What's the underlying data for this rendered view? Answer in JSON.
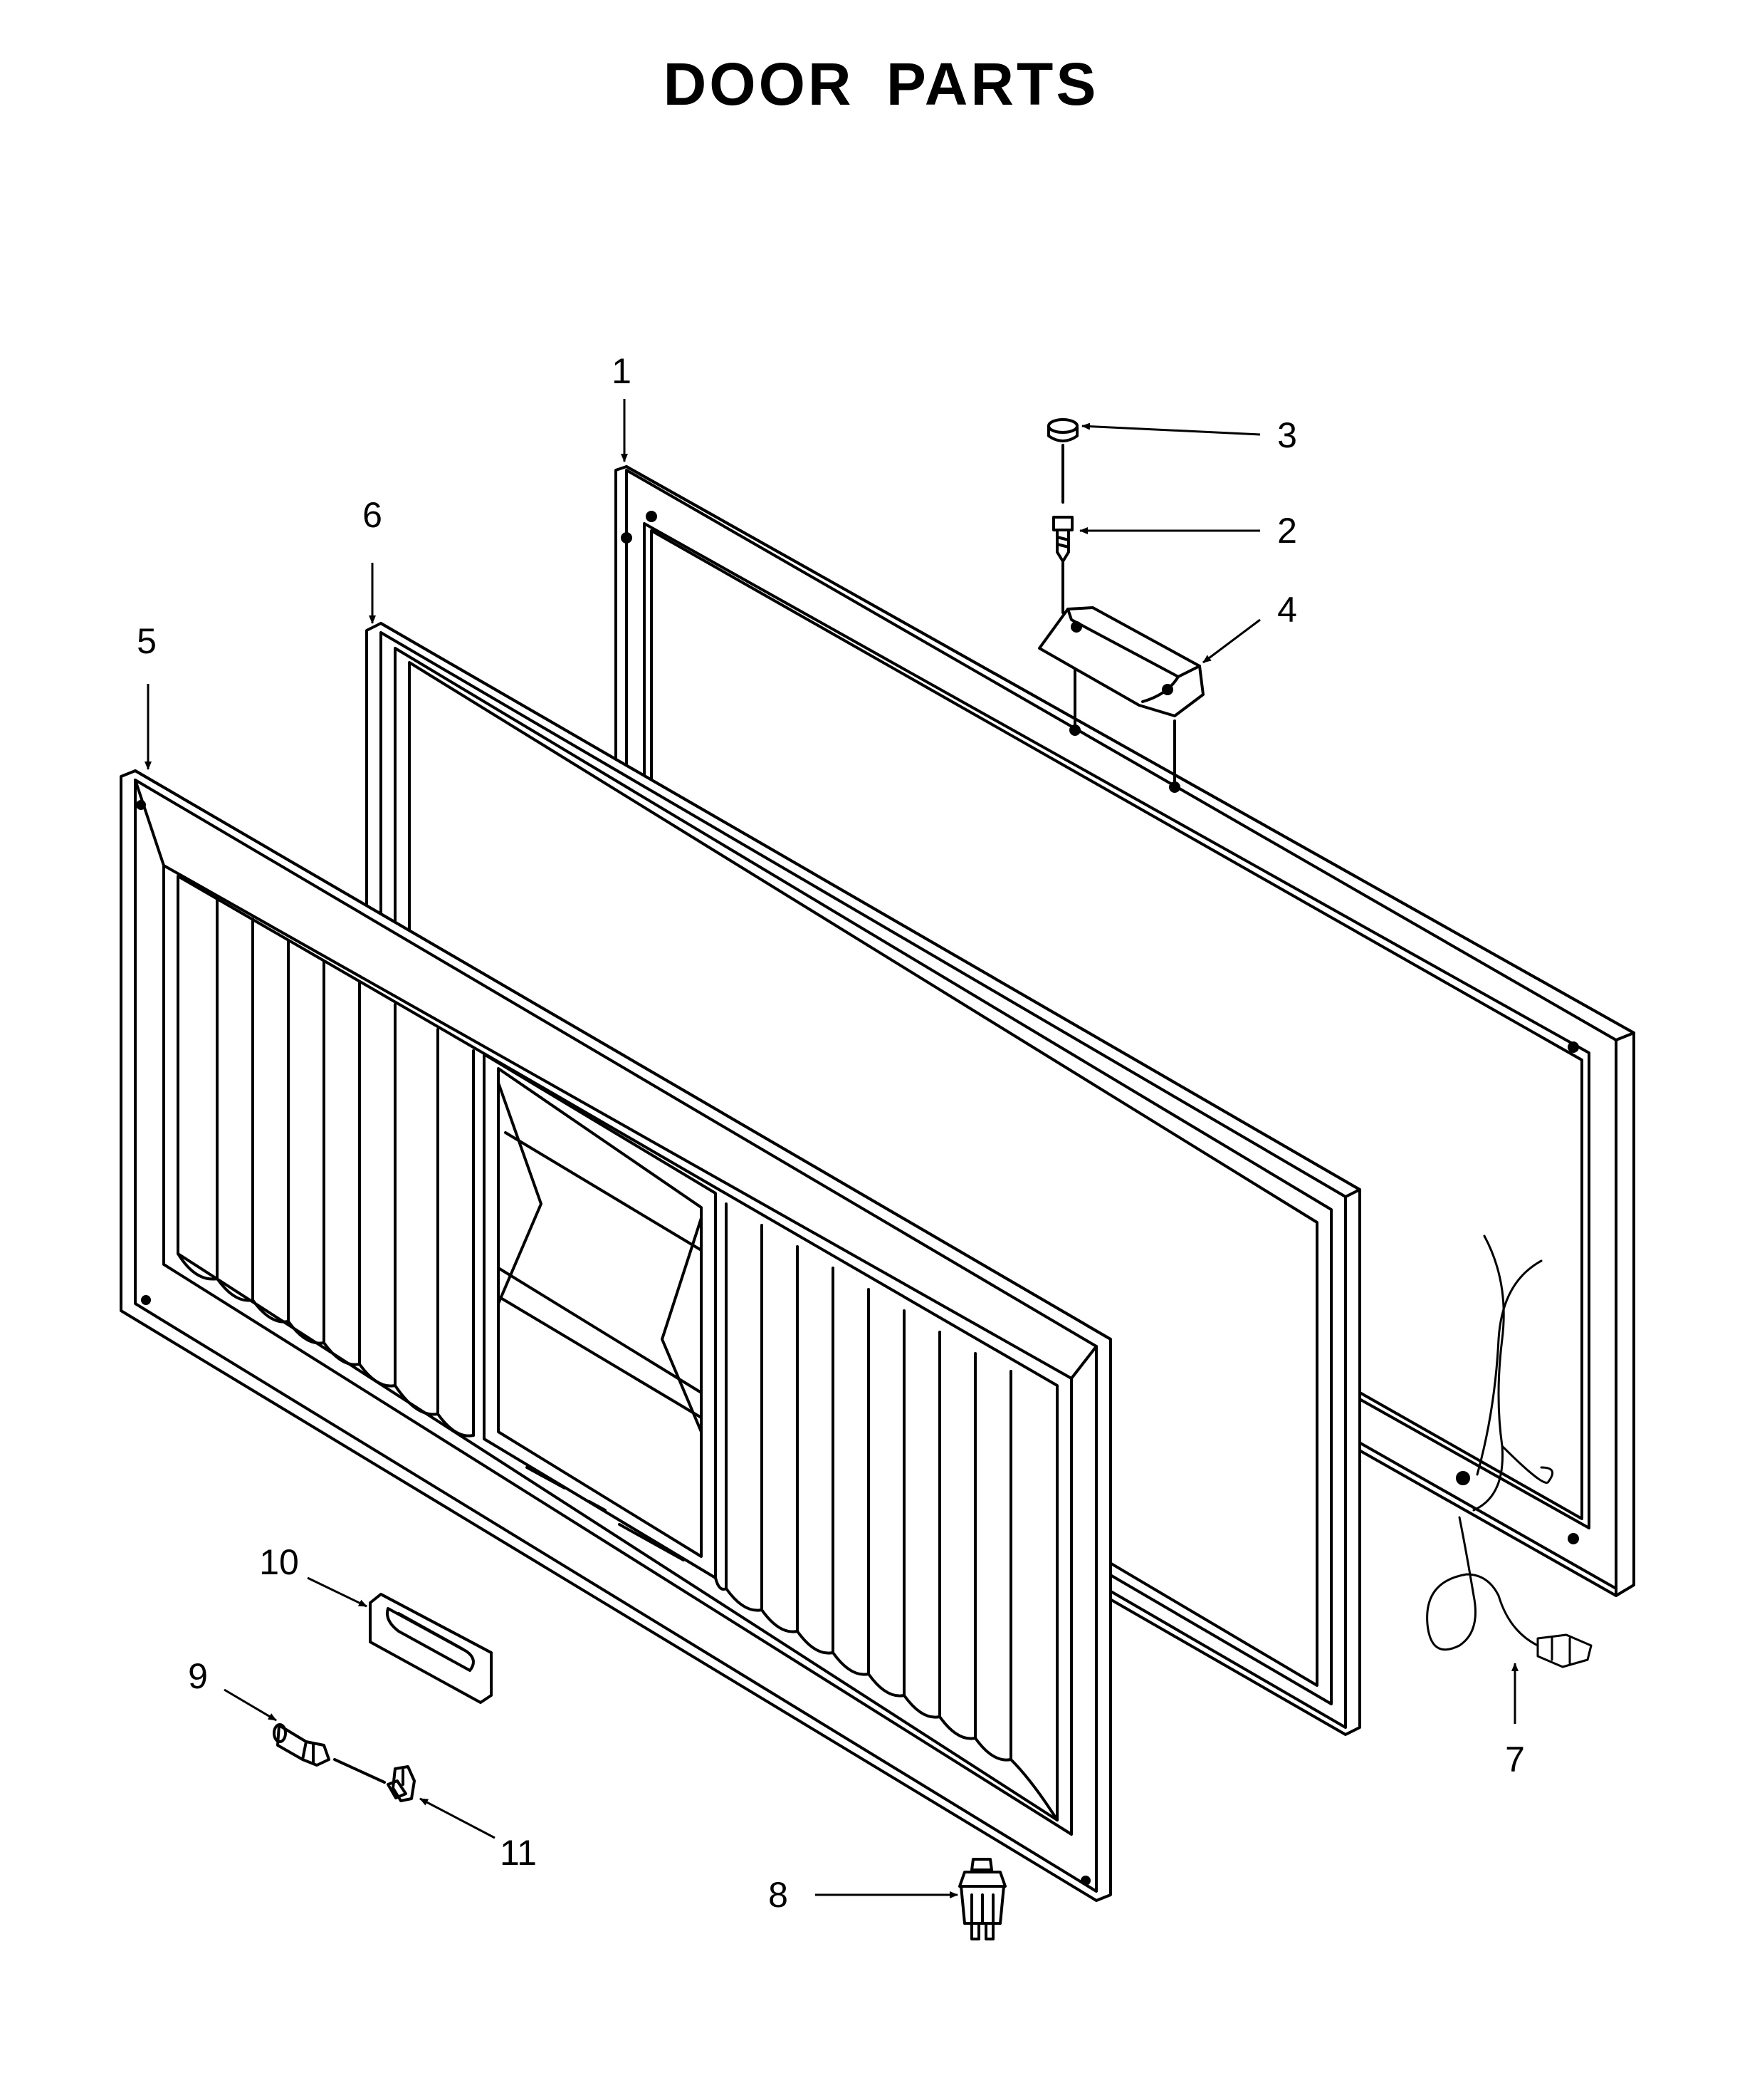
{
  "title": "DOOR PARTS",
  "callouts": {
    "c1": "1",
    "c2": "2",
    "c3": "3",
    "c4": "4",
    "c5": "5",
    "c6": "6",
    "c7": "7",
    "c8": "8",
    "c9": "9",
    "c10": "10",
    "c11": "11"
  }
}
